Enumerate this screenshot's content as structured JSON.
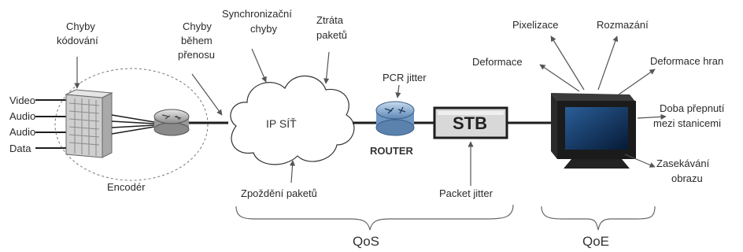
{
  "labels": {
    "inputs": [
      "Video",
      "Audio",
      "Audio",
      "Data"
    ],
    "encoder": "Encodér",
    "coding_errors": [
      "Chyby",
      "kódování"
    ],
    "transmission_errors": [
      "Chyby",
      "během",
      "přenosu"
    ],
    "sync_errors": [
      "Synchronizační",
      "chyby"
    ],
    "packet_loss": [
      "Ztráta",
      "paketů"
    ],
    "network": "IP SÍŤ",
    "delay": "Zpoždění paketů",
    "pcr_jitter": "PCR jitter",
    "router": "ROUTER",
    "stb": "STB",
    "packet_jitter": "Packet jitter",
    "pixelation": "Pixelizace",
    "blur": "Rozmazání",
    "deformation": "Deformace",
    "edge_deformation": "Deformace hran",
    "channel_switch": [
      "Doba přepnutí",
      "mezi stanicemi"
    ],
    "freezing": [
      "Zasekávání",
      "obrazu"
    ],
    "qos": "QoS",
    "qoe": "QoE"
  },
  "colors": {
    "line": "#1e1e1e",
    "stb_fill": "#d8d8d8",
    "router_fill": "#8aaed1",
    "screen": "#123a6a",
    "arrow": "#555555"
  },
  "icons": [
    "encoder-device-icon",
    "router-icon",
    "network-cloud-icon",
    "tv-icon",
    "stb-box-icon"
  ]
}
